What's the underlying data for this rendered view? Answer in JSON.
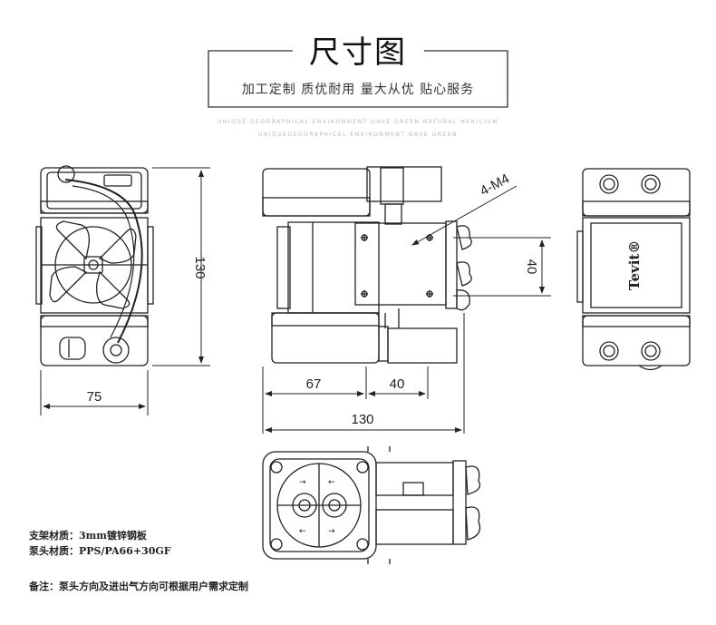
{
  "header": {
    "title": "尺寸图",
    "subtitle": "加工定制 质优耐用 量大从优 贴心服务",
    "en_line1": "UNIQUE GEOGRAPHICAL ENVIRONMENT GAVE GREEN NATURAL HERICIUM",
    "en_line2": "UNIQUEGEOGRAPHICAL ENVIRONMENT GAVE GREEN"
  },
  "dimensions": {
    "front_height": "130",
    "front_width": "75",
    "side_left": "67",
    "side_right": "40",
    "side_total": "130",
    "hole_spacing": "40",
    "hole_label": "4-M4"
  },
  "brand": "Tevit®",
  "notes": {
    "bracket_material": "支架材质：3mm镀锌钢板",
    "head_material": "泵头材质：PPS/PA66+30GF",
    "remark": "备注：泵头方向及进出气方向可根据用户需求定制"
  }
}
